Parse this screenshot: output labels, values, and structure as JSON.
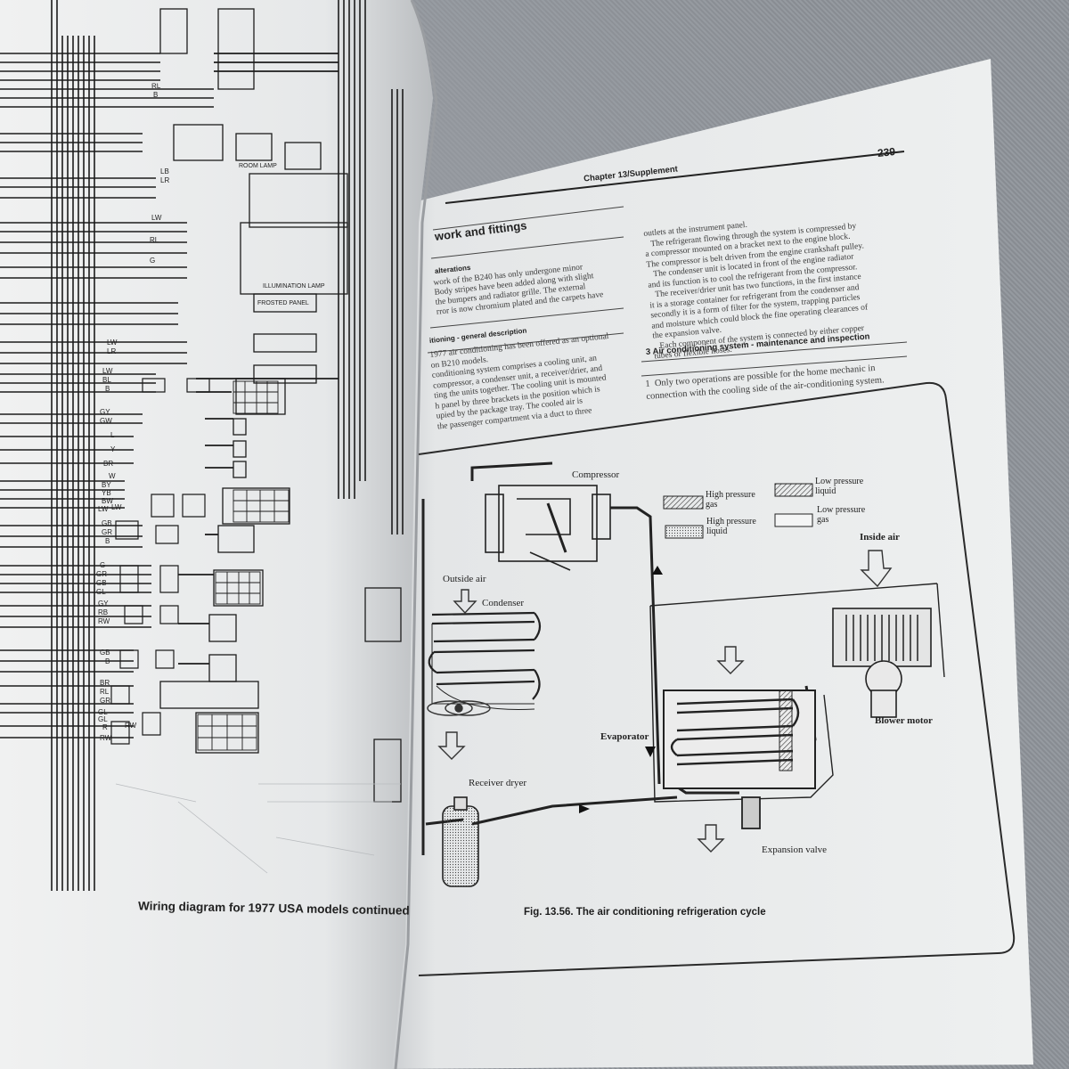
{
  "left_page": {
    "caption": "Wiring diagram for 1977 USA models continued",
    "wire_codes": [
      "RL",
      "B",
      "LB",
      "LR",
      "LW",
      "RL",
      "G",
      "LW",
      "LR",
      "LW",
      "BL",
      "B",
      "GY",
      "GW",
      "L",
      "Y",
      "BR",
      "W",
      "BY",
      "YB",
      "BW",
      "LW",
      "GB",
      "GR",
      "B",
      "G",
      "GR",
      "GB",
      "GL",
      "GY",
      "RB",
      "RW",
      "GB",
      "B",
      "BR",
      "RL",
      "GR",
      "GL",
      "R",
      "RW",
      "GL",
      "RW",
      "LW"
    ],
    "component_labels": [
      "FROSTED PANEL",
      "ILLUMINATION LAMP",
      "ROOM LAMP"
    ]
  },
  "right_page": {
    "page_number": "239",
    "header": "Chapter 13/Supplement",
    "sections": {
      "bodywork_heading": "work and fittings",
      "alterations_heading": "alterations",
      "ac_general_heading": "itioning - general description",
      "maintenance_heading": "3   Air conditioning system - maintenance and inspection"
    },
    "col1_text": "work of the B240 has only undergone minor\nBody stripes have been added along with slight\nthe bumpers and radiator grille. The external\nrror is now chromium plated and the carpets have",
    "col1b_text": "1977 air conditioning has been offered as an optional\non B210 models.\nconditioning system comprises a cooling unit, an\ncompressor, a condenser unit, a receiver/drier, and\nting the units together. The cooling unit is mounted\nh panel by three brackets in the position which is\nupied by the package tray. The cooled air is\nthe passenger compartment via a duct to three",
    "col2_text": "outlets at the instrument panel.\n   The refrigerant flowing through the system is compressed by\na compressor mounted on a bracket next to the engine block.\nThe compressor is belt driven from the engine crankshaft pulley.\n   The condenser unit is located in front of the engine radiator\nand its function is to cool the refrigerant from the compressor.\n   The receiver/drier unit has two functions, in the first instance\nit is a storage container for refrigerant from the condenser and\nsecondly it is a form of filter for the system, trapping particles\nand moisture which could block the fine operating clearances of\nthe expansion valve.\n   Each component of the system is connected by either copper\ntubes or flexible hoses.",
    "maintenance_text": "1  Only two operations are possible for the home mechanic in\nconnection with the cooling side of the air-conditioning system.",
    "figure": {
      "caption": "Fig. 13.56. The air conditioning refrigeration cycle",
      "labels": {
        "compressor": "Compressor",
        "outside_air": "Outside air",
        "condenser": "Condenser",
        "receiver_dryer": "Receiver dryer",
        "evaporator": "Evaporator",
        "expansion_valve": "Expansion valve",
        "inside_air": "Inside air",
        "blower_motor": "Blower motor"
      },
      "legend": [
        {
          "label_a": "High pressure",
          "label_b": "gas"
        },
        {
          "label_a": "Low pressure",
          "label_b": "liquid"
        },
        {
          "label_a": "High pressure",
          "label_b": "liquid"
        },
        {
          "label_a": "Low pressure",
          "label_b": "gas"
        }
      ]
    }
  },
  "colors": {
    "paper": "#eceeee",
    "paper_shadow": "#c9cccf",
    "ink": "#1e1e1e",
    "carpet": "#8f9399"
  }
}
